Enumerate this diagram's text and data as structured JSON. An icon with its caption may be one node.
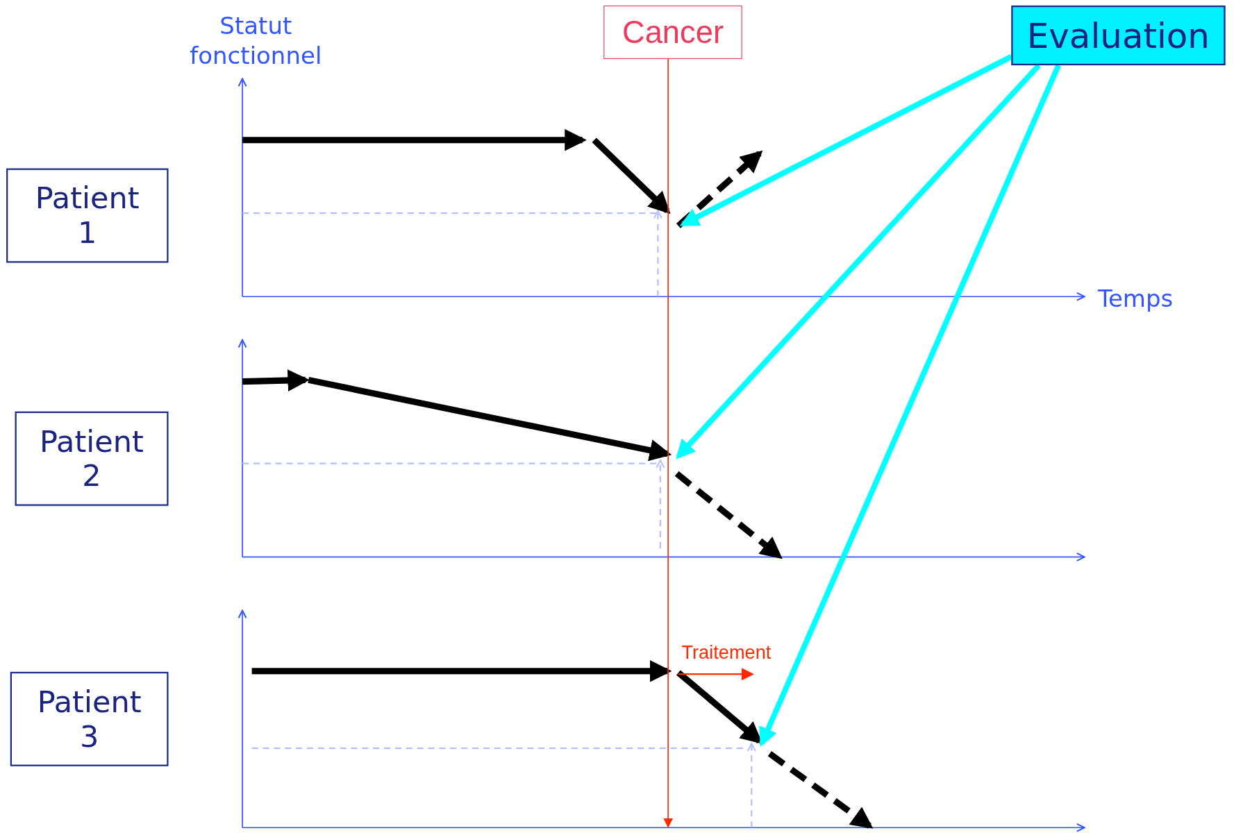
{
  "diagram": {
    "nodes": [
      {
        "text": [
          "Patient 1"
        ]
      },
      {
        "text": [
          "Patient 2"
        ]
      },
      {
        "text": [
          "Patient 3"
        ]
      },
      {
        "text": [
          "Cancer"
        ]
      },
      {
        "text": [
          "Evaluation"
        ]
      }
    ],
    "edges": [
      {
        "from": 3,
        "to": null,
        "arrow": "to",
        "color": "#ff2a00"
      },
      {
        "from": 4,
        "to": null,
        "arrow": "to",
        "color": "#00ffff"
      },
      {
        "from": 4,
        "to": null,
        "arrow": "to",
        "color": "#00ffff"
      },
      {
        "from": 4,
        "to": null,
        "arrow": "to",
        "color": "#00ffff"
      }
    ],
    "labels": [
      "Statut fonctionnel",
      "Temps",
      "Traitement"
    ]
  }
}
